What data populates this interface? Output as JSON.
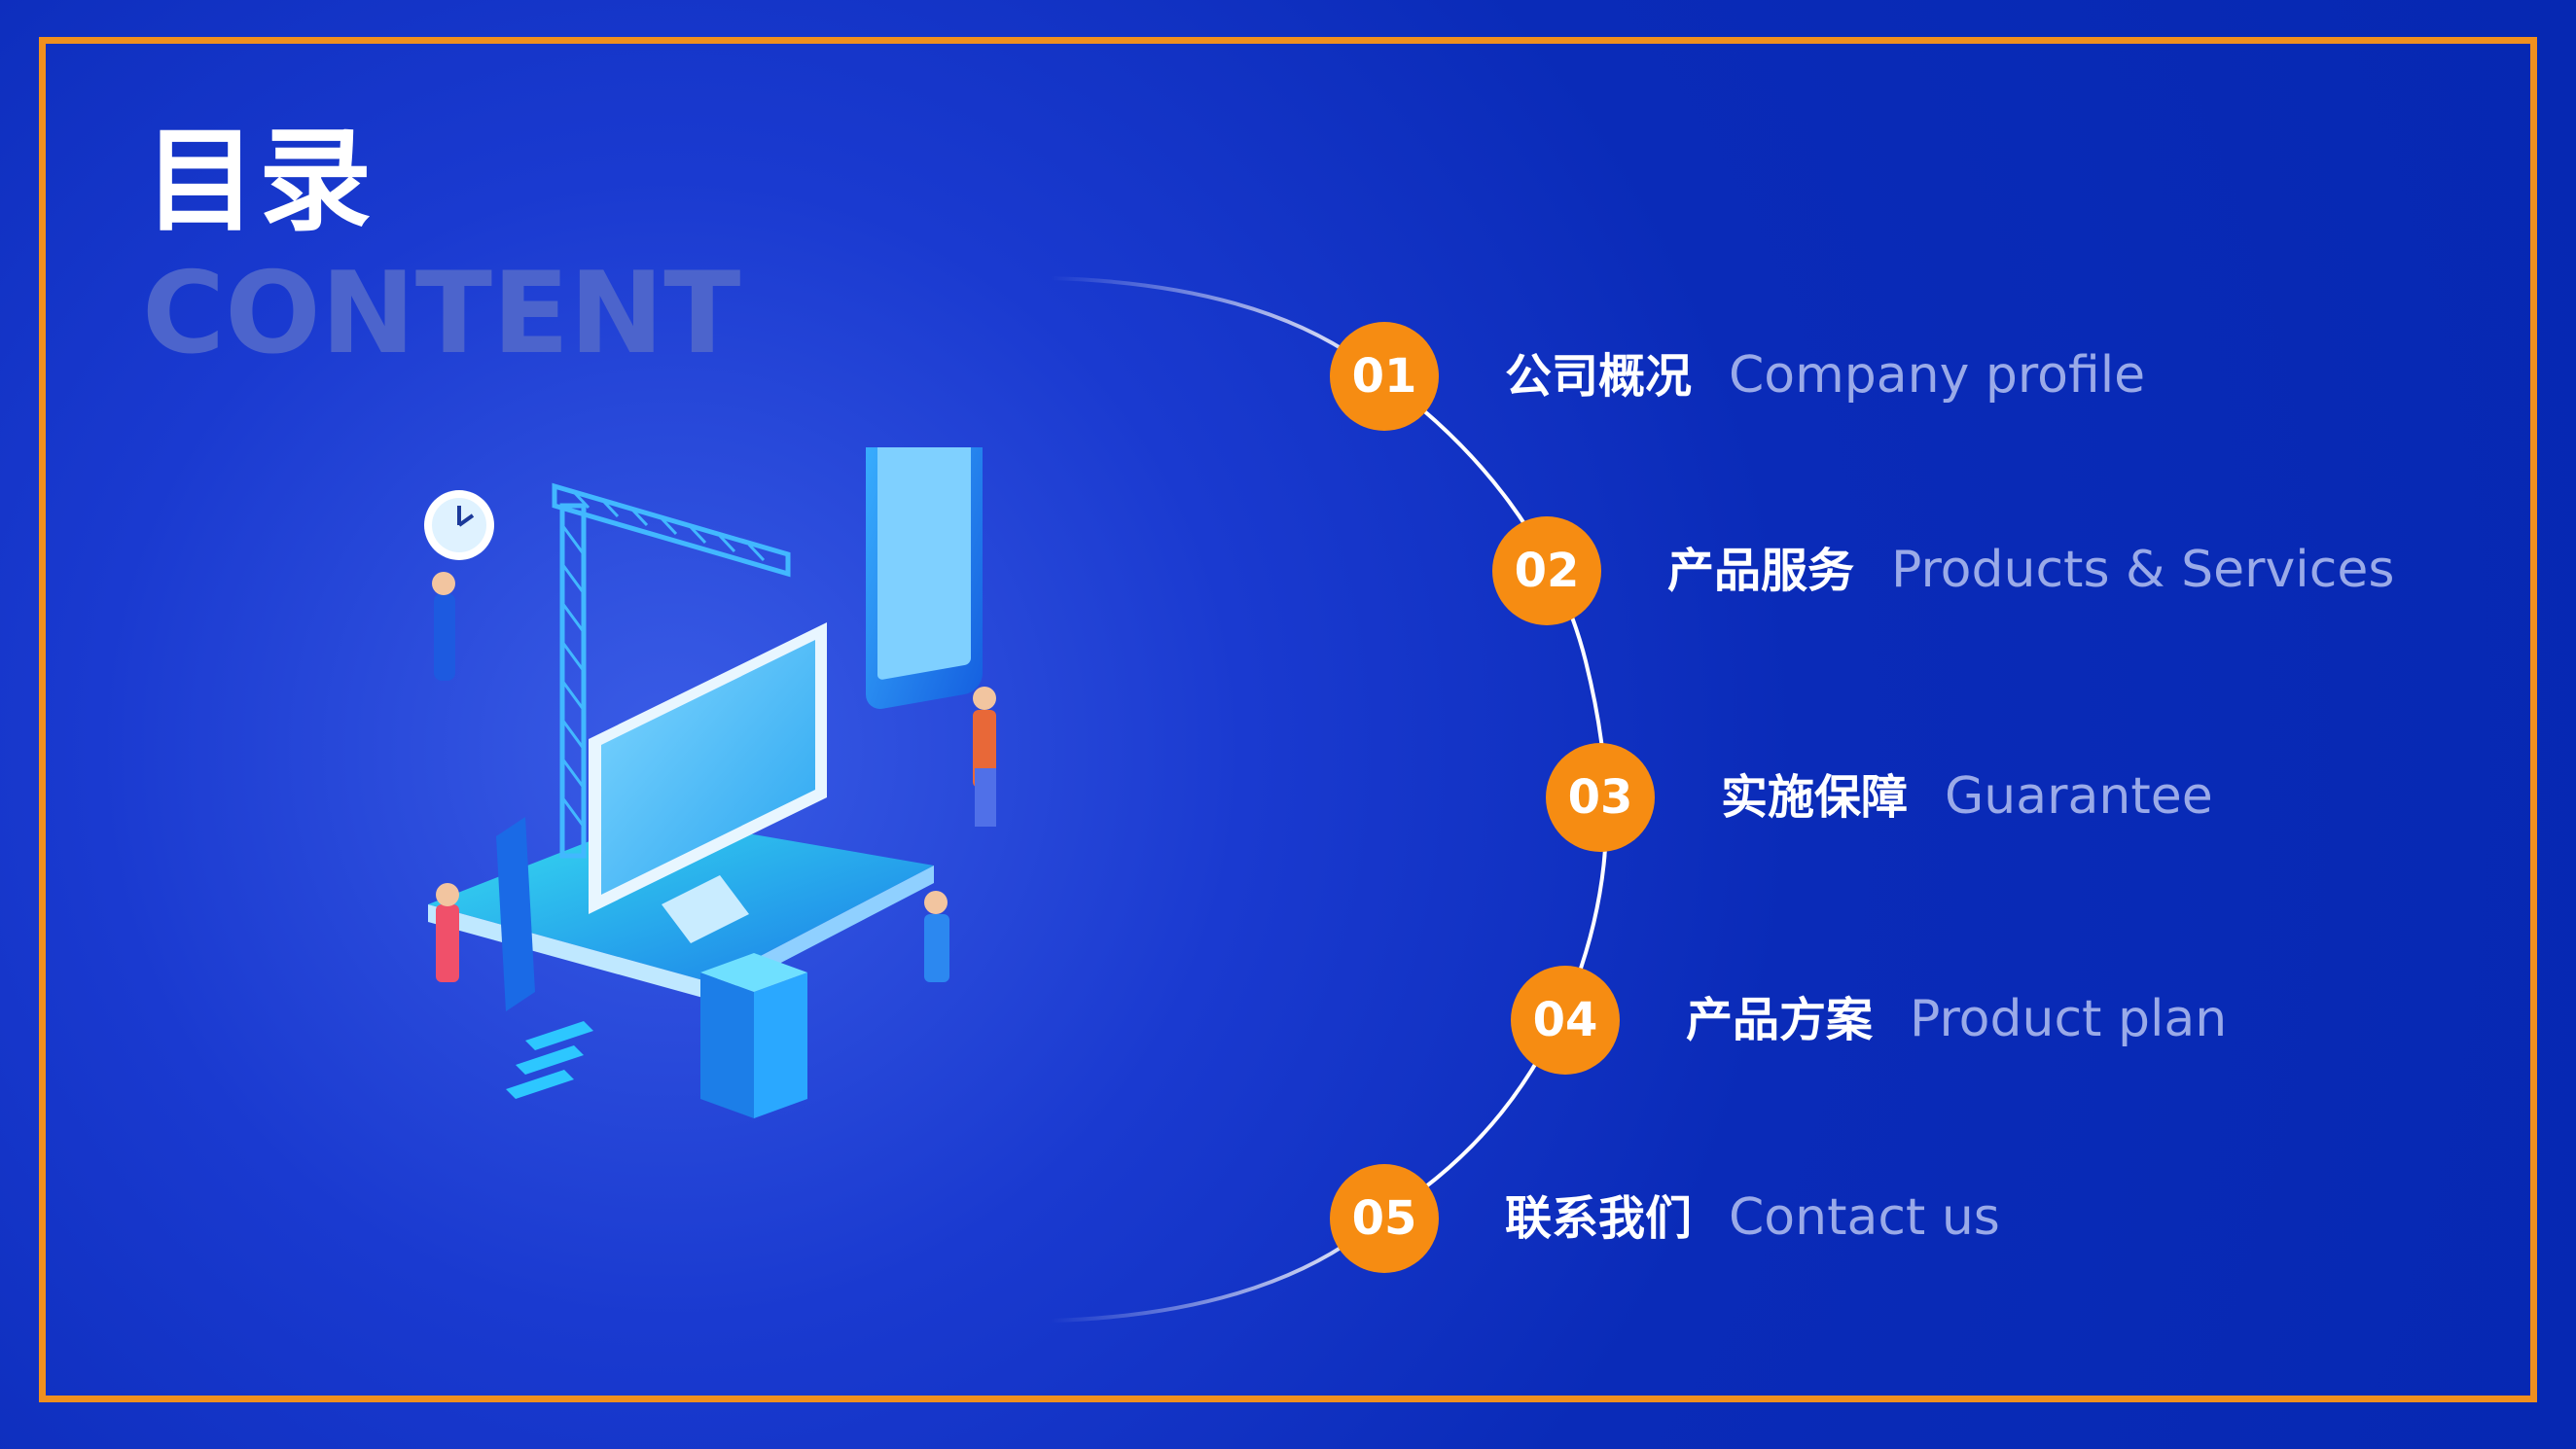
{
  "title": {
    "cn": "目录",
    "en": "CONTENT"
  },
  "colors": {
    "background": "#0a2bb8",
    "frame": "#f0901e",
    "badge": "#f68c12",
    "title_en": "#4c64cc",
    "subtitle": "#9aaae8"
  },
  "items": [
    {
      "num": "01",
      "cn": "公司概况",
      "en": "Company profile"
    },
    {
      "num": "02",
      "cn": "产品服务",
      "en": "Products & Services"
    },
    {
      "num": "03",
      "cn": "实施保障",
      "en": "Guarantee"
    },
    {
      "num": "04",
      "cn": "产品方案",
      "en": "Product plan"
    },
    {
      "num": "05",
      "cn": "联系我们",
      "en": "Contact us"
    }
  ],
  "illustration": "isometric-tech-team-illustration"
}
